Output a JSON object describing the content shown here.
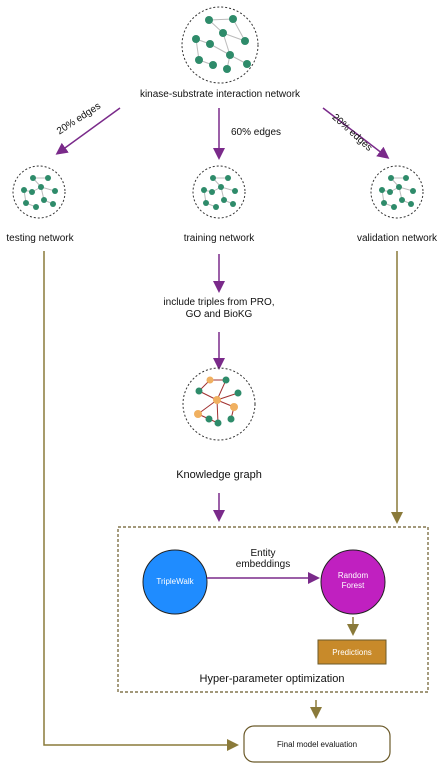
{
  "colors": {
    "purple_arrow": "#7a2a8a",
    "olive_arrow": "#8a7a3a",
    "node_green": "#2e8b6a",
    "node_orange": "#f0b060",
    "edge_red": "#a03030",
    "triplewalk": "#1f8cff",
    "random_forest": "#c020c0",
    "predictions": "#c88a2a",
    "dashed_box": "#6b5a2a"
  },
  "nodes": {
    "kinase_network": "kinase-substrate interaction network",
    "testing_network": "testing network",
    "training_network": "training network",
    "validation_network": "validation network",
    "knowledge_graph": "Knowledge graph"
  },
  "edges": {
    "left_split": "20% edges",
    "middle_split": "60% edges",
    "right_split": "20% edges",
    "include_triples": "include triples from PRO,\nGO and BioKG",
    "entity_embeddings": "Entity\nembeddings"
  },
  "boxes": {
    "triplewalk": "TripleWalk",
    "random_forest": "Random\nForest",
    "predictions": "Predictions",
    "hyper_parameter": "Hyper-parameter optimization",
    "final_eval": "Final model evaluation"
  }
}
